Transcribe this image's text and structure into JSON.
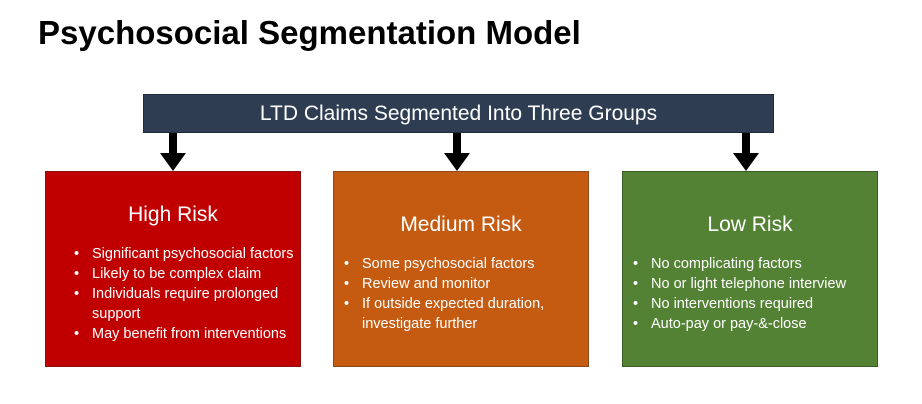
{
  "title": "Psychosocial Segmentation Model",
  "banner": "LTD Claims Segmented Into Three Groups",
  "colors": {
    "banner": "#2e3d52",
    "high": "#c00000",
    "medium": "#c55a11",
    "low": "#548235"
  },
  "segments": [
    {
      "title": "High Risk",
      "bullets": [
        "Significant psychosocial factors",
        "Likely to be complex claim",
        "Individuals require prolonged support",
        "May benefit from interventions"
      ]
    },
    {
      "title": "Medium Risk",
      "bullets": [
        "Some psychosocial factors",
        "Review and monitor",
        "If outside expected duration, investigate further"
      ]
    },
    {
      "title": "Low Risk",
      "bullets": [
        "No complicating factors",
        "No or light telephone interview",
        "No interventions required",
        "Auto-pay or pay-&-close"
      ]
    }
  ]
}
